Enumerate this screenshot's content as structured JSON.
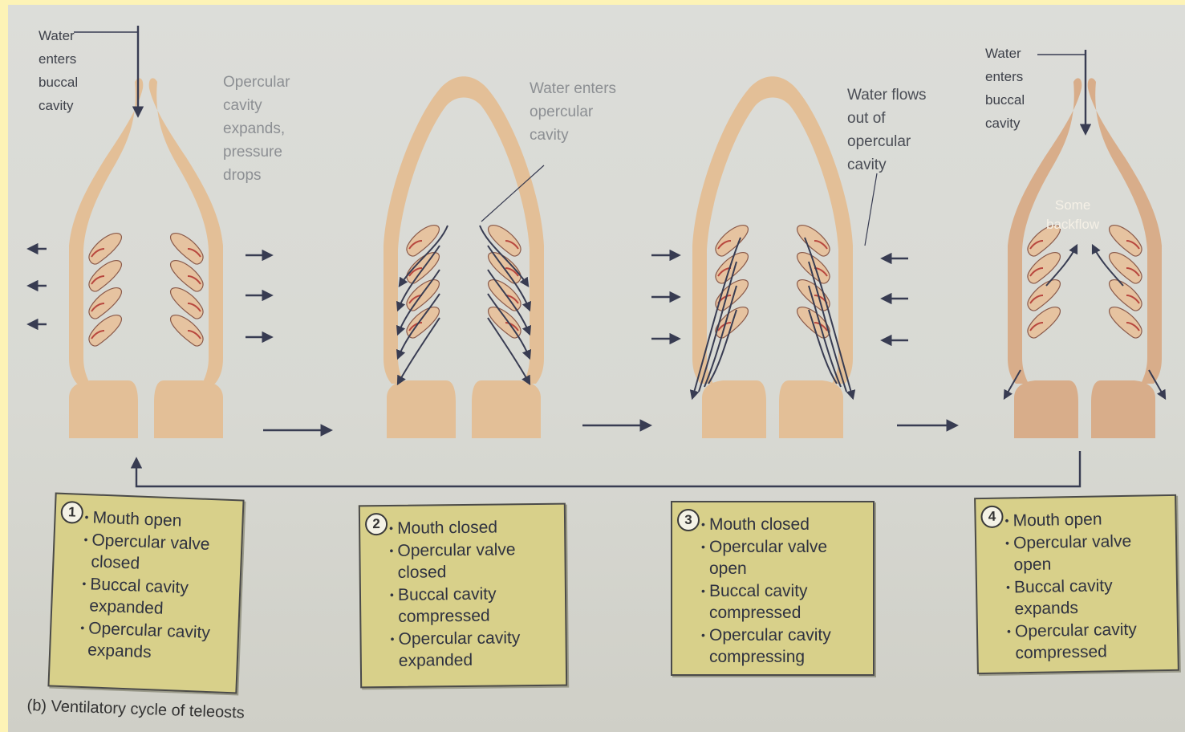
{
  "labels": {
    "water_enters_buccal_1": "Water\nenters\nbuccal\ncavity",
    "opercular_expands": "Opercular\ncavity\nexpands,\npressure\ndrops",
    "water_enters_opercular": "Water enters\nopercular\ncavity",
    "water_flows_out": "Water flows\nout of\nopercular\ncavity",
    "water_enters_buccal_4": "Water\nenters\nbuccal\ncavity",
    "some_backflow": "Some\nbackflow"
  },
  "stages": [
    {
      "number": "1",
      "items": [
        "Mouth open",
        "Opercular valve closed",
        "Buccal cavity expanded",
        "Opercular cavity expands"
      ]
    },
    {
      "number": "2",
      "items": [
        "Mouth closed",
        "Opercular valve closed",
        "Buccal cavity compressed",
        "Opercular cavity expanded"
      ]
    },
    {
      "number": "3",
      "items": [
        "Mouth closed",
        "Opercular valve open",
        "Buccal cavity compressed",
        "Opercular cavity compressing"
      ]
    },
    {
      "number": "4",
      "items": [
        "Mouth open",
        "Opercular valve open",
        "Buccal cavity expands",
        "Opercular cavity compressed"
      ]
    }
  ],
  "caption": "(b) Ventilatory cycle of teleosts",
  "colors": {
    "tissue": "#e3bf97",
    "gill": "#e6c3a0",
    "gill_red": "#b8473e",
    "arrow": "#383c52",
    "box": "#d8d08a"
  }
}
